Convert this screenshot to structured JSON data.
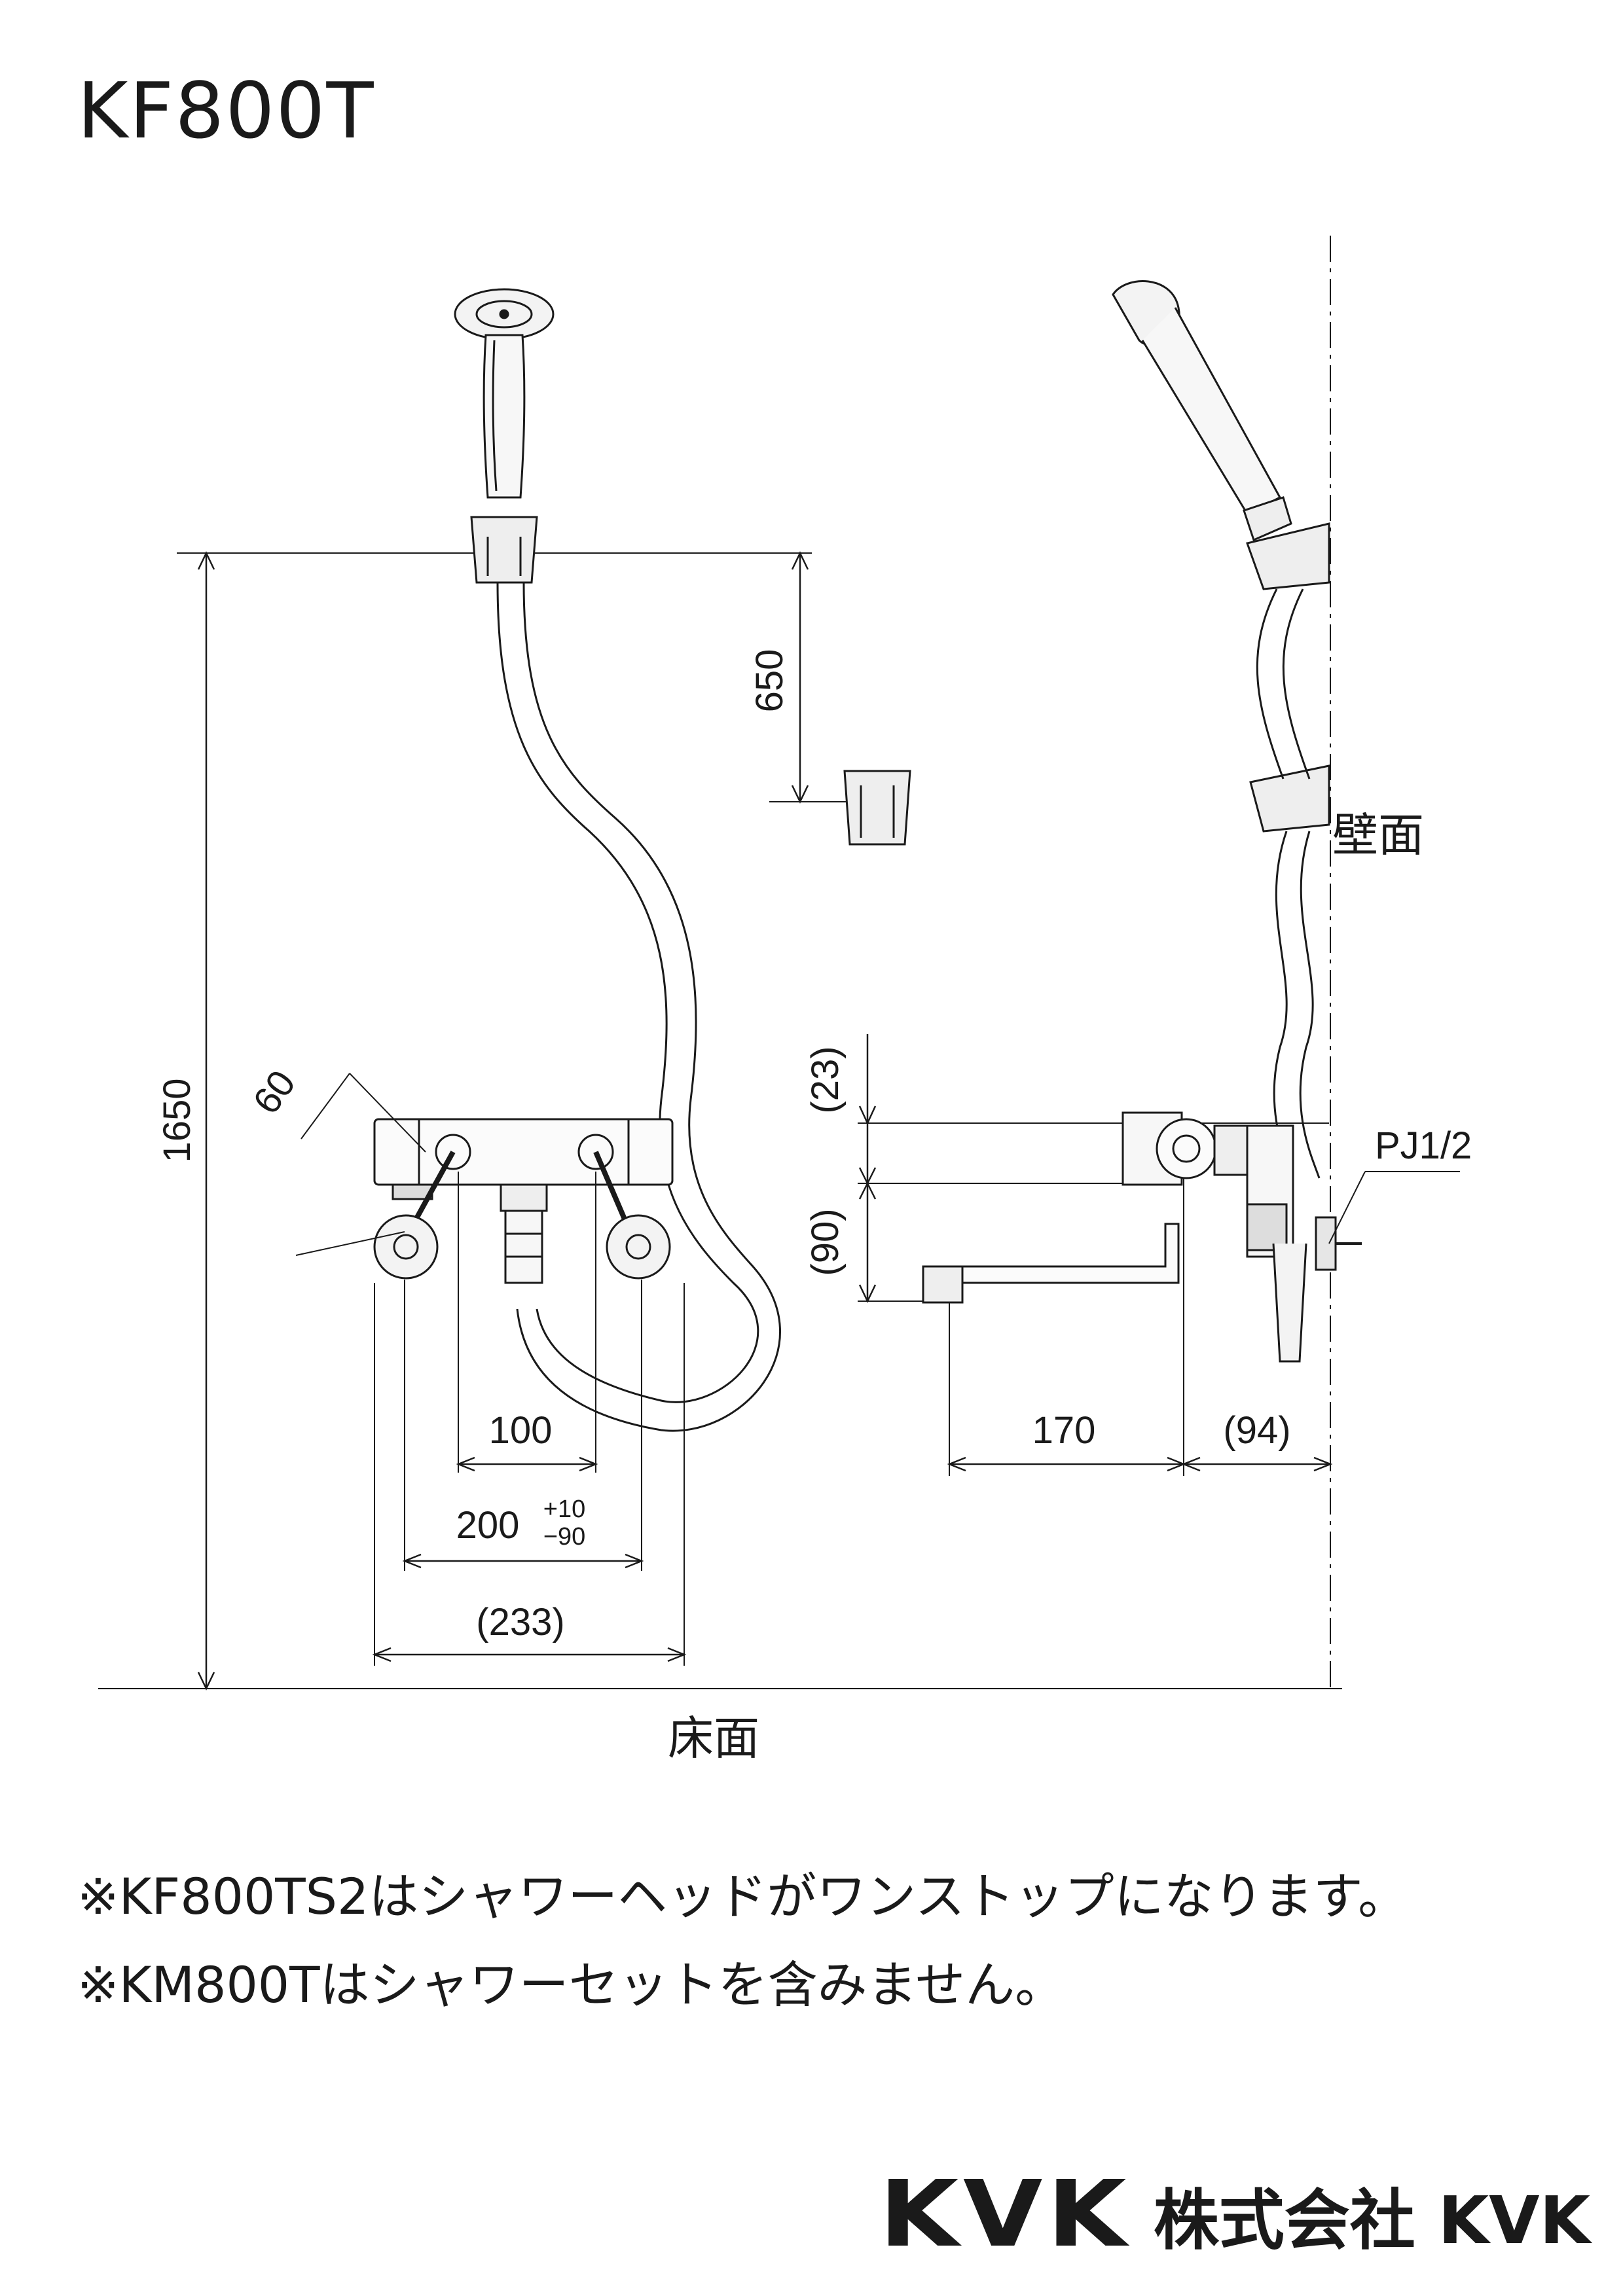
{
  "header": {
    "model": "KF800T"
  },
  "front_view": {
    "dimensions": {
      "height_total": "1650",
      "hook_offset": "650",
      "angle_len": "60",
      "spacing_center": "100",
      "spacing_main": "200",
      "tolerance_plus": "+10",
      "tolerance_minus": "−90",
      "width_total": "(233)"
    }
  },
  "side_view": {
    "labels": {
      "wall": "壁面",
      "thread": "PJ1/2"
    },
    "dimensions": {
      "upper_gap": "(23)",
      "body_height": "(90)",
      "spout_reach": "170",
      "wall_offset": "(94)"
    }
  },
  "floor_label": "床面",
  "notes": [
    "※KF800TS2はシャワーヘッドがワンストップになります。",
    "※KM800Tはシャワーセットを含みません。"
  ],
  "brand": {
    "logo": "KVK",
    "company": "株式会社 KVK"
  }
}
